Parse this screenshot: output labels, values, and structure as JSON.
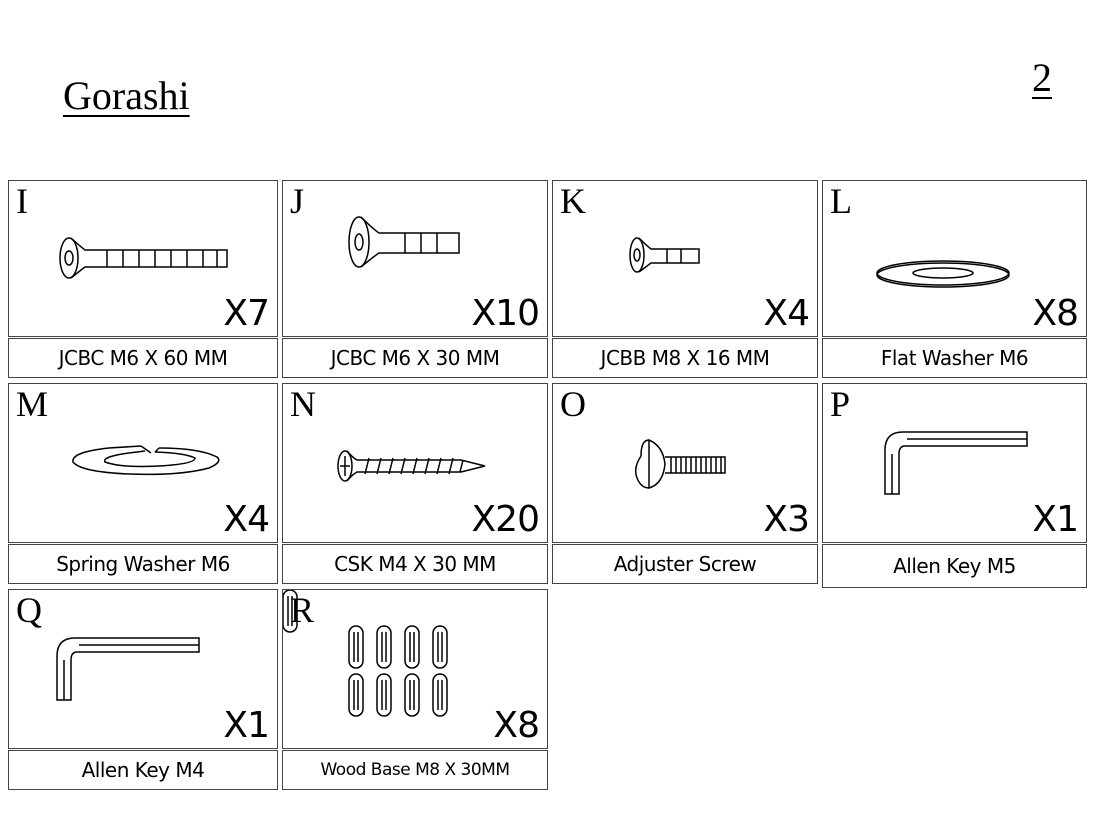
{
  "header": {
    "brand": "Gorashi",
    "page_number": "2"
  },
  "parts": [
    {
      "letter": "I",
      "quantity": "X7",
      "label": "JCBC M6 X 60 MM",
      "icon": "long-bolt-icon"
    },
    {
      "letter": "J",
      "quantity": "X10",
      "label": "JCBC M6 X 30 MM",
      "icon": "medium-bolt-icon"
    },
    {
      "letter": "K",
      "quantity": "X4",
      "label": "JCBB M8 X 16 MM",
      "icon": "short-bolt-icon"
    },
    {
      "letter": "L",
      "quantity": "X8",
      "label": "Flat Washer M6",
      "icon": "flat-washer-icon"
    },
    {
      "letter": "M",
      "quantity": "X4",
      "label": "Spring Washer M6",
      "icon": "spring-washer-icon"
    },
    {
      "letter": "N",
      "quantity": "X20",
      "label": "CSK M4 X 30 MM",
      "icon": "wood-screw-icon"
    },
    {
      "letter": "O",
      "quantity": "X3",
      "label": "Adjuster Screw",
      "icon": "adjuster-screw-icon"
    },
    {
      "letter": "P",
      "quantity": "X1",
      "label": "Allen Key M5",
      "icon": "allen-key-icon"
    },
    {
      "letter": "Q",
      "quantity": "X1",
      "label": "Allen Key M4",
      "icon": "allen-key-icon"
    },
    {
      "letter": "R",
      "quantity": "X8",
      "label": "Wood Base M8 X 30MM",
      "icon": "wood-dowel-icon"
    }
  ]
}
